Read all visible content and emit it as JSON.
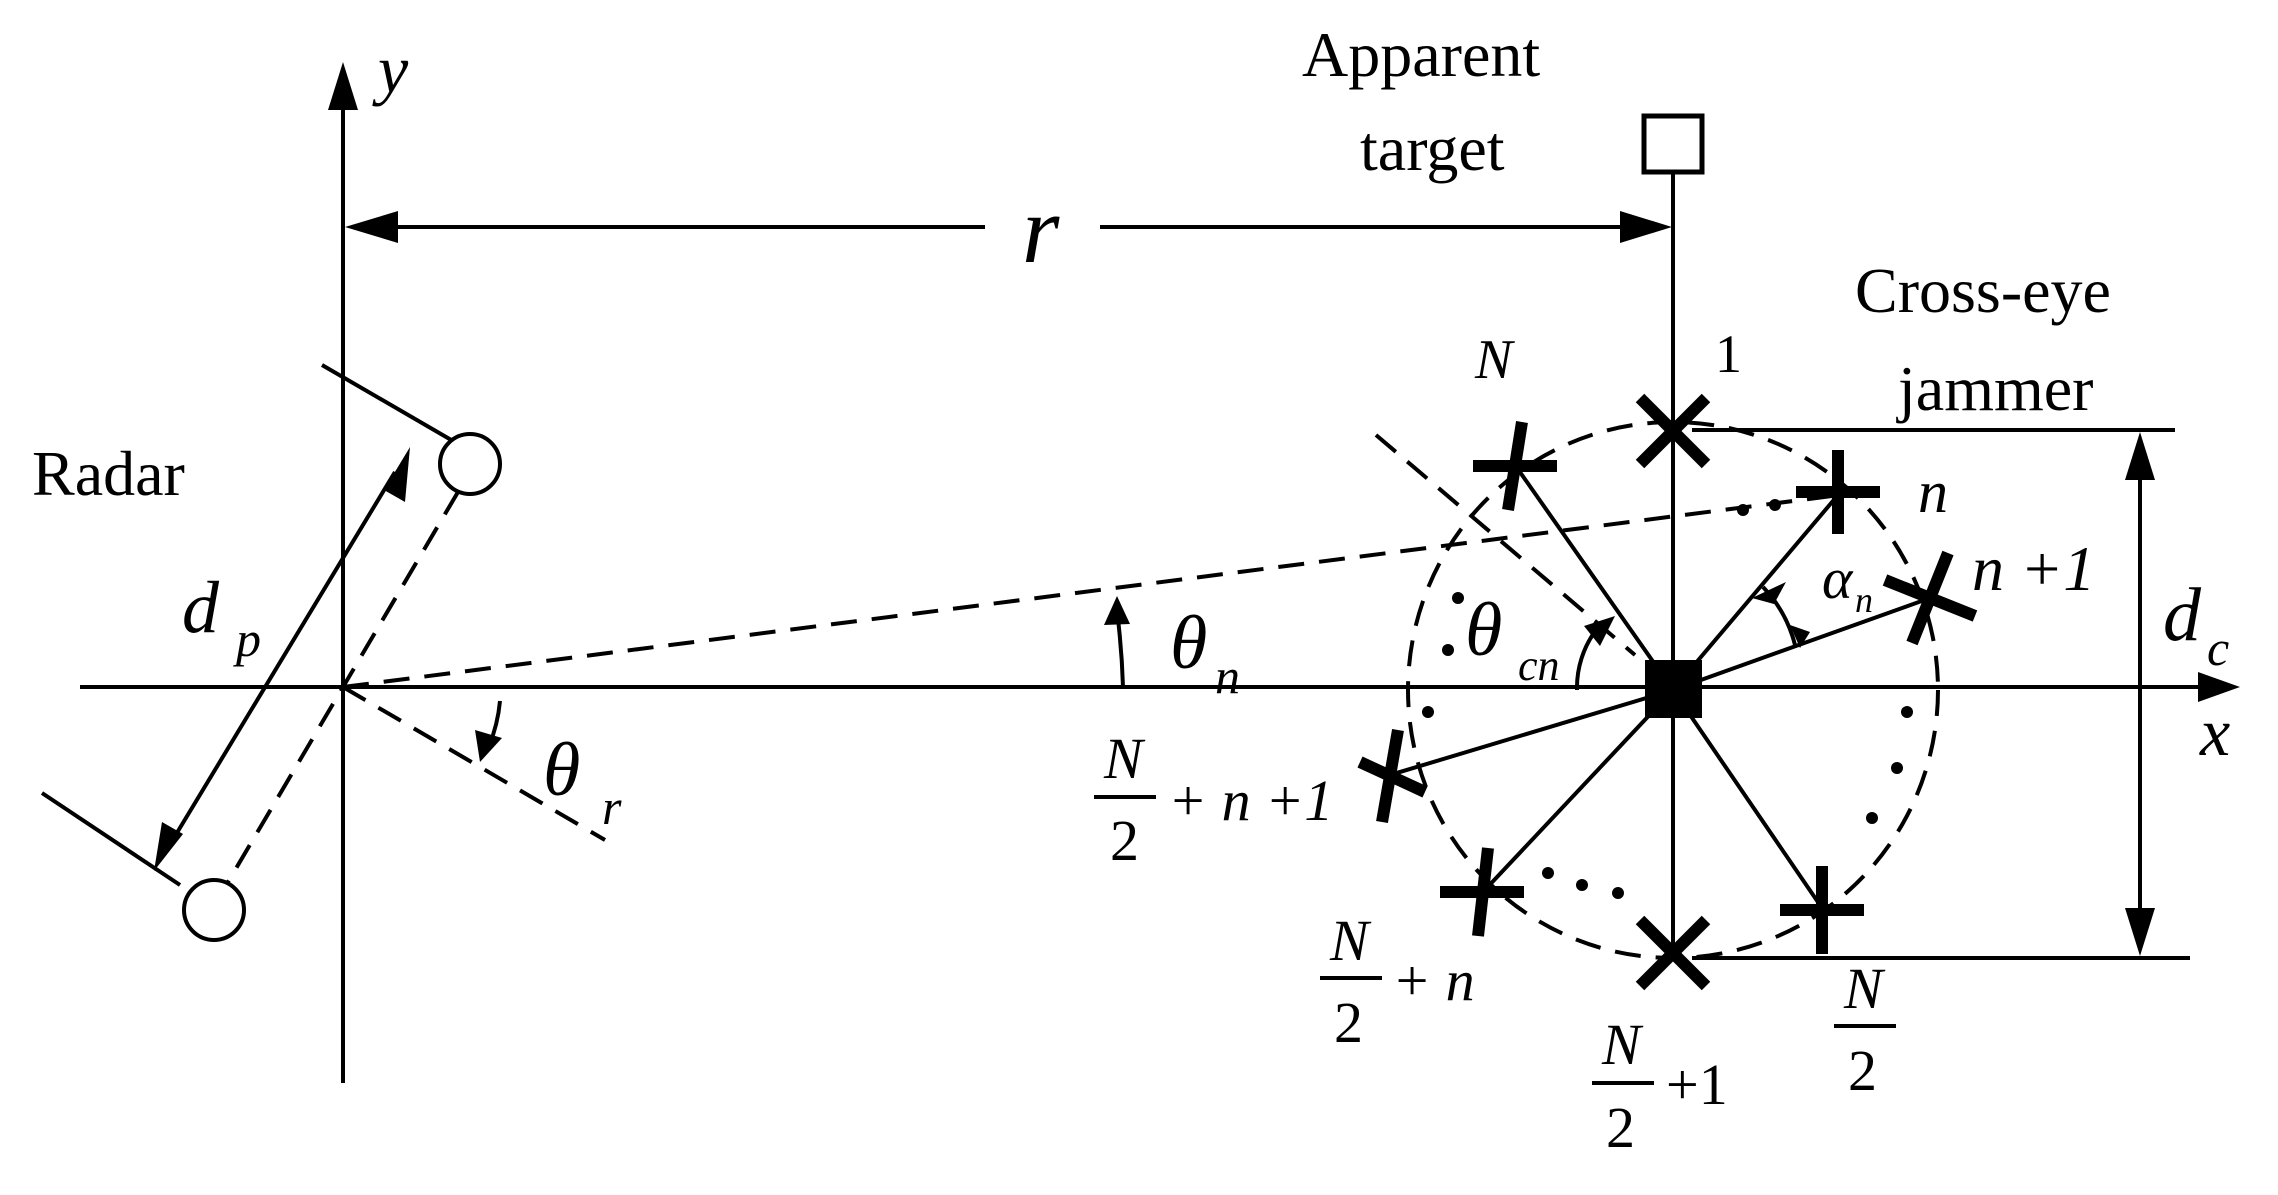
{
  "labels": {
    "axis_y": "y",
    "axis_x": "x",
    "range": "r",
    "apparent_line1": "Apparent",
    "apparent_line2": "target",
    "jammer_line1": "Cross-eye",
    "jammer_line2": "jammer",
    "radar": "Radar",
    "d_p_main": "d",
    "d_p_sub": "p",
    "d_c_main": "d",
    "d_c_sub": "c",
    "theta_n_main": "θ",
    "theta_n_sub": "n",
    "theta_r_main": "θ",
    "theta_r_sub": "r",
    "theta_cn_main": "θ",
    "theta_cn_sub": "cn",
    "alpha_n_main": "α",
    "alpha_n_sub": "n",
    "ant_1": "1",
    "ant_N": "N",
    "ant_n": "n",
    "ant_n1": "n +1",
    "frac_N": "N",
    "frac_2": "2",
    "tail_n_plus_1": "+ n +1",
    "tail_n": "+ n",
    "tail_plus_1": "+1"
  }
}
